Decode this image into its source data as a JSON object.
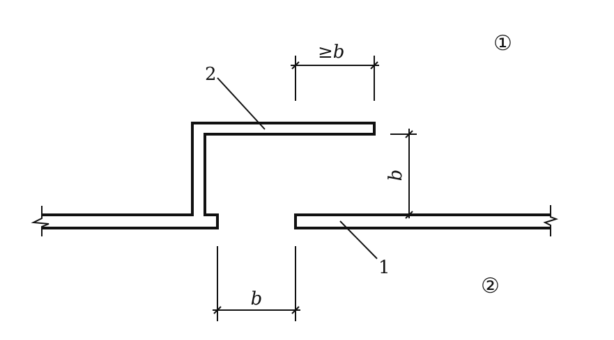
{
  "labels": {
    "region_1": "①",
    "region_2": "②",
    "callout_1": "1",
    "callout_2": "2",
    "dim_top": "≥b",
    "dim_vertical": "b",
    "dim_bottom": "b"
  },
  "colors": {
    "line": "#111111",
    "background": "#ffffff"
  }
}
